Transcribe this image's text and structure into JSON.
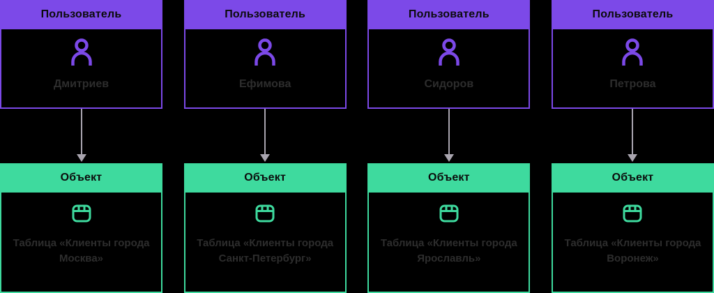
{
  "palette": {
    "background": "#000000",
    "purple": "#7c49e8",
    "green": "#3eda9e",
    "arrow_gray": "#a9a5af",
    "card_text": "#2d2d2d",
    "header_text": "#0b0b0b"
  },
  "icons": {
    "user": "user-icon",
    "object": "table-icon",
    "connector": "arrow-down"
  },
  "columns": [
    {
      "user_label": "Пользователь",
      "user_name": "Дмитриев",
      "object_label": "Объект",
      "object_name": "Таблица «Клиенты города Москва»"
    },
    {
      "user_label": "Пользователь",
      "user_name": "Ефимова",
      "object_label": "Объект",
      "object_name": "Таблица «Клиенты города Санкт-Петербург»"
    },
    {
      "user_label": "Пользователь",
      "user_name": "Сидоров",
      "object_label": "Объект",
      "object_name": "Таблица «Клиенты города Ярославль»"
    },
    {
      "user_label": "Пользователь",
      "user_name": "Петрова",
      "object_label": "Объект",
      "object_name": "Таблица «Клиенты города Воронеж»"
    }
  ]
}
